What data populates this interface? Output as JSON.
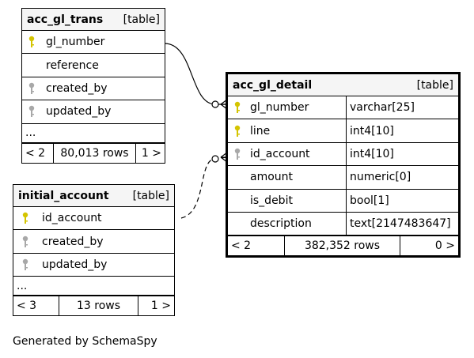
{
  "tables": {
    "acc_gl_trans": {
      "name": "acc_gl_trans",
      "type": "[table]",
      "columns": [
        {
          "name": "gl_number",
          "key": "primary"
        },
        {
          "name": "reference",
          "key": "none"
        },
        {
          "name": "created_by",
          "key": "foreign"
        },
        {
          "name": "updated_by",
          "key": "foreign"
        }
      ],
      "more": "...",
      "footer": {
        "prev": "< 2",
        "rows": "80,013 rows",
        "next": "1 >"
      }
    },
    "initial_account": {
      "name": "initial_account",
      "type": "[table]",
      "columns": [
        {
          "name": "id_account",
          "key": "primary"
        },
        {
          "name": "created_by",
          "key": "foreign"
        },
        {
          "name": "updated_by",
          "key": "foreign"
        }
      ],
      "more": "...",
      "footer": {
        "prev": "< 3",
        "rows": "13 rows",
        "next": "1 >"
      }
    },
    "acc_gl_detail": {
      "name": "acc_gl_detail",
      "type": "[table]",
      "columns": [
        {
          "name": "gl_number",
          "type": "varchar[25]",
          "key": "primary"
        },
        {
          "name": "line",
          "type": "int4[10]",
          "key": "primary"
        },
        {
          "name": "id_account",
          "type": "int4[10]",
          "key": "foreign"
        },
        {
          "name": "amount",
          "type": "numeric[0]",
          "key": "none"
        },
        {
          "name": "is_debit",
          "type": "bool[1]",
          "key": "none"
        },
        {
          "name": "description",
          "type": "text[2147483647]",
          "key": "none"
        }
      ],
      "footer": {
        "prev": "< 2",
        "rows": "382,352 rows",
        "next": "0 >"
      }
    }
  },
  "relationships": [
    {
      "from": "acc_gl_trans.gl_number",
      "to": "acc_gl_detail.gl_number",
      "style": "solid"
    },
    {
      "from": "initial_account.id_account",
      "to": "acc_gl_detail.id_account",
      "style": "dashed"
    }
  ],
  "colors": {
    "primary_key": "#d4c400",
    "foreign_key": "#a8a8a8",
    "header_bg": "#f5f5f5"
  },
  "footer_text": "Generated by SchemaSpy"
}
